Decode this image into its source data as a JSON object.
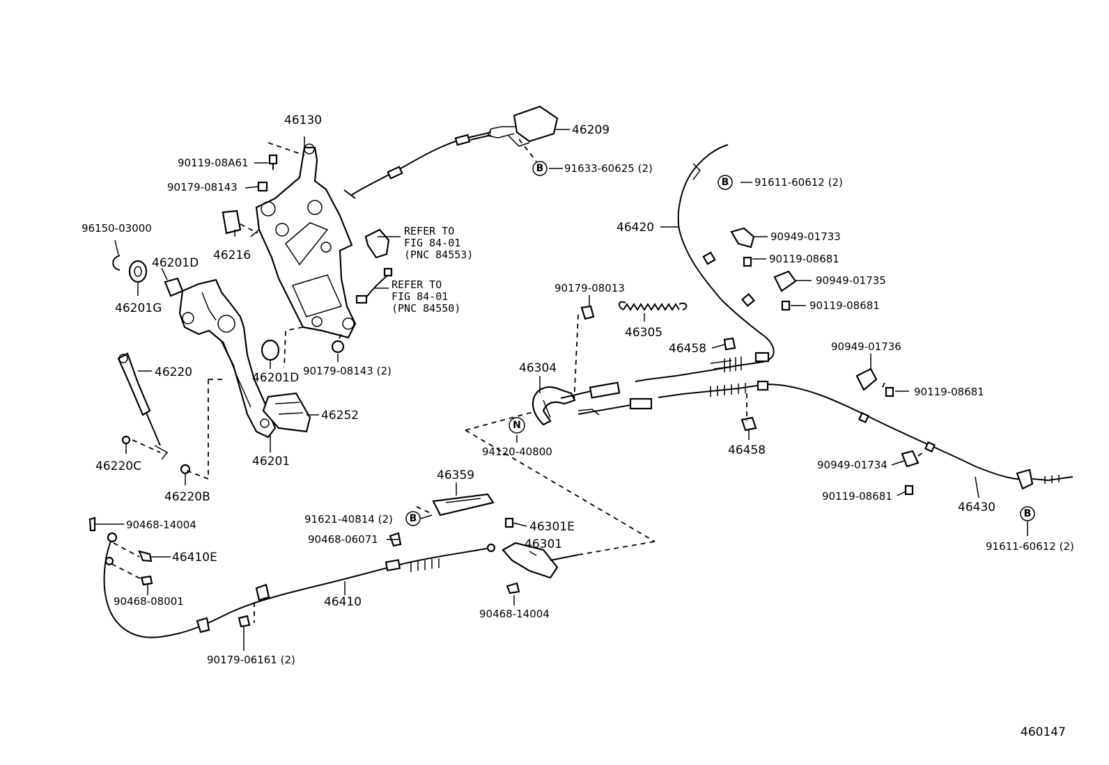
{
  "diagram_id": "460147",
  "labels": {
    "p46130": "46130",
    "p46209": "46209",
    "p91633": "91633-60625 (2)",
    "p90119_08A61": "90119-08A61",
    "p90179_08143": "90179-08143",
    "p96150": "96150-03000",
    "p46216": "46216",
    "p46201D_top": "46201D",
    "p46201G": "46201G",
    "p46201D_bot": "46201D",
    "p90179_08143_2": "90179-08143 (2)",
    "p46220": "46220",
    "p46252": "46252",
    "p46201": "46201",
    "p46220C": "46220C",
    "p46220B": "46220B",
    "p91611_top": "91611-60612 (2)",
    "p46420": "46420",
    "p90949_01733": "90949-01733",
    "p90119_08681_a": "90119-08681",
    "p90949_01735": "90949-01735",
    "p90119_08681_b": "90119-08681",
    "p90179_08013": "90179-08013",
    "p46305": "46305",
    "p46458_top": "46458",
    "p46304": "46304",
    "p94120": "94120-40800",
    "p46458_bot": "46458",
    "p90949_01736": "90949-01736",
    "p90119_08681_c": "90119-08681",
    "p90949_01734": "90949-01734",
    "p90119_08681_d": "90119-08681",
    "p46430": "46430",
    "p91611_bot": "91611-60612 (2)",
    "p46359": "46359",
    "p91621": "91621-40814 (2)",
    "p90468_06071": "90468-06071",
    "p46301E": "46301E",
    "p46301": "46301",
    "p90468_14004_top": "90468-14004",
    "p46410E": "46410E",
    "p90468_08001": "90468-08001",
    "p46410": "46410",
    "p90468_14004_bot": "90468-14004",
    "p90179_06161": "90179-06161 (2)"
  },
  "notes": {
    "refer1_line1": "REFER TO",
    "refer1_line2": "FIG 84-01",
    "refer1_line3": "(PNC 84553)",
    "refer2_line1": "REFER TO",
    "refer2_line2": "FIG 84-01",
    "refer2_line3": "(PNC 84550)"
  },
  "markers": {
    "b": "B",
    "n": "N"
  }
}
